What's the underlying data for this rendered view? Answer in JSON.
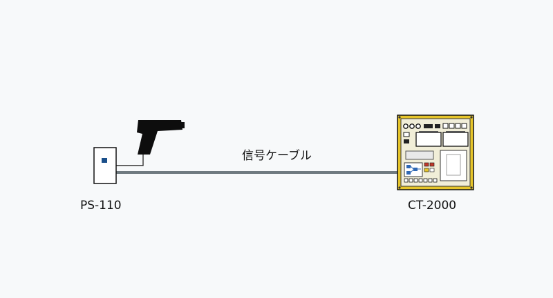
{
  "devices": {
    "ps110": {
      "label": "PS-110"
    },
    "ct2000": {
      "label": "CT-2000"
    }
  },
  "cable": {
    "label": "信号ケーブル"
  },
  "colors": {
    "background": "#f7f9fa",
    "cable": "#6f7a80",
    "panel_frame": "#e6c52a",
    "panel_face": "#f1eed8",
    "sensor_body": "#ffffff",
    "sensor_indicator": "#1a4f8a",
    "gun": "#0d0d0d"
  },
  "icons": {
    "sensor": "sensor-unit-icon",
    "gun": "scanner-gun-icon",
    "controller": "control-panel-icon"
  }
}
